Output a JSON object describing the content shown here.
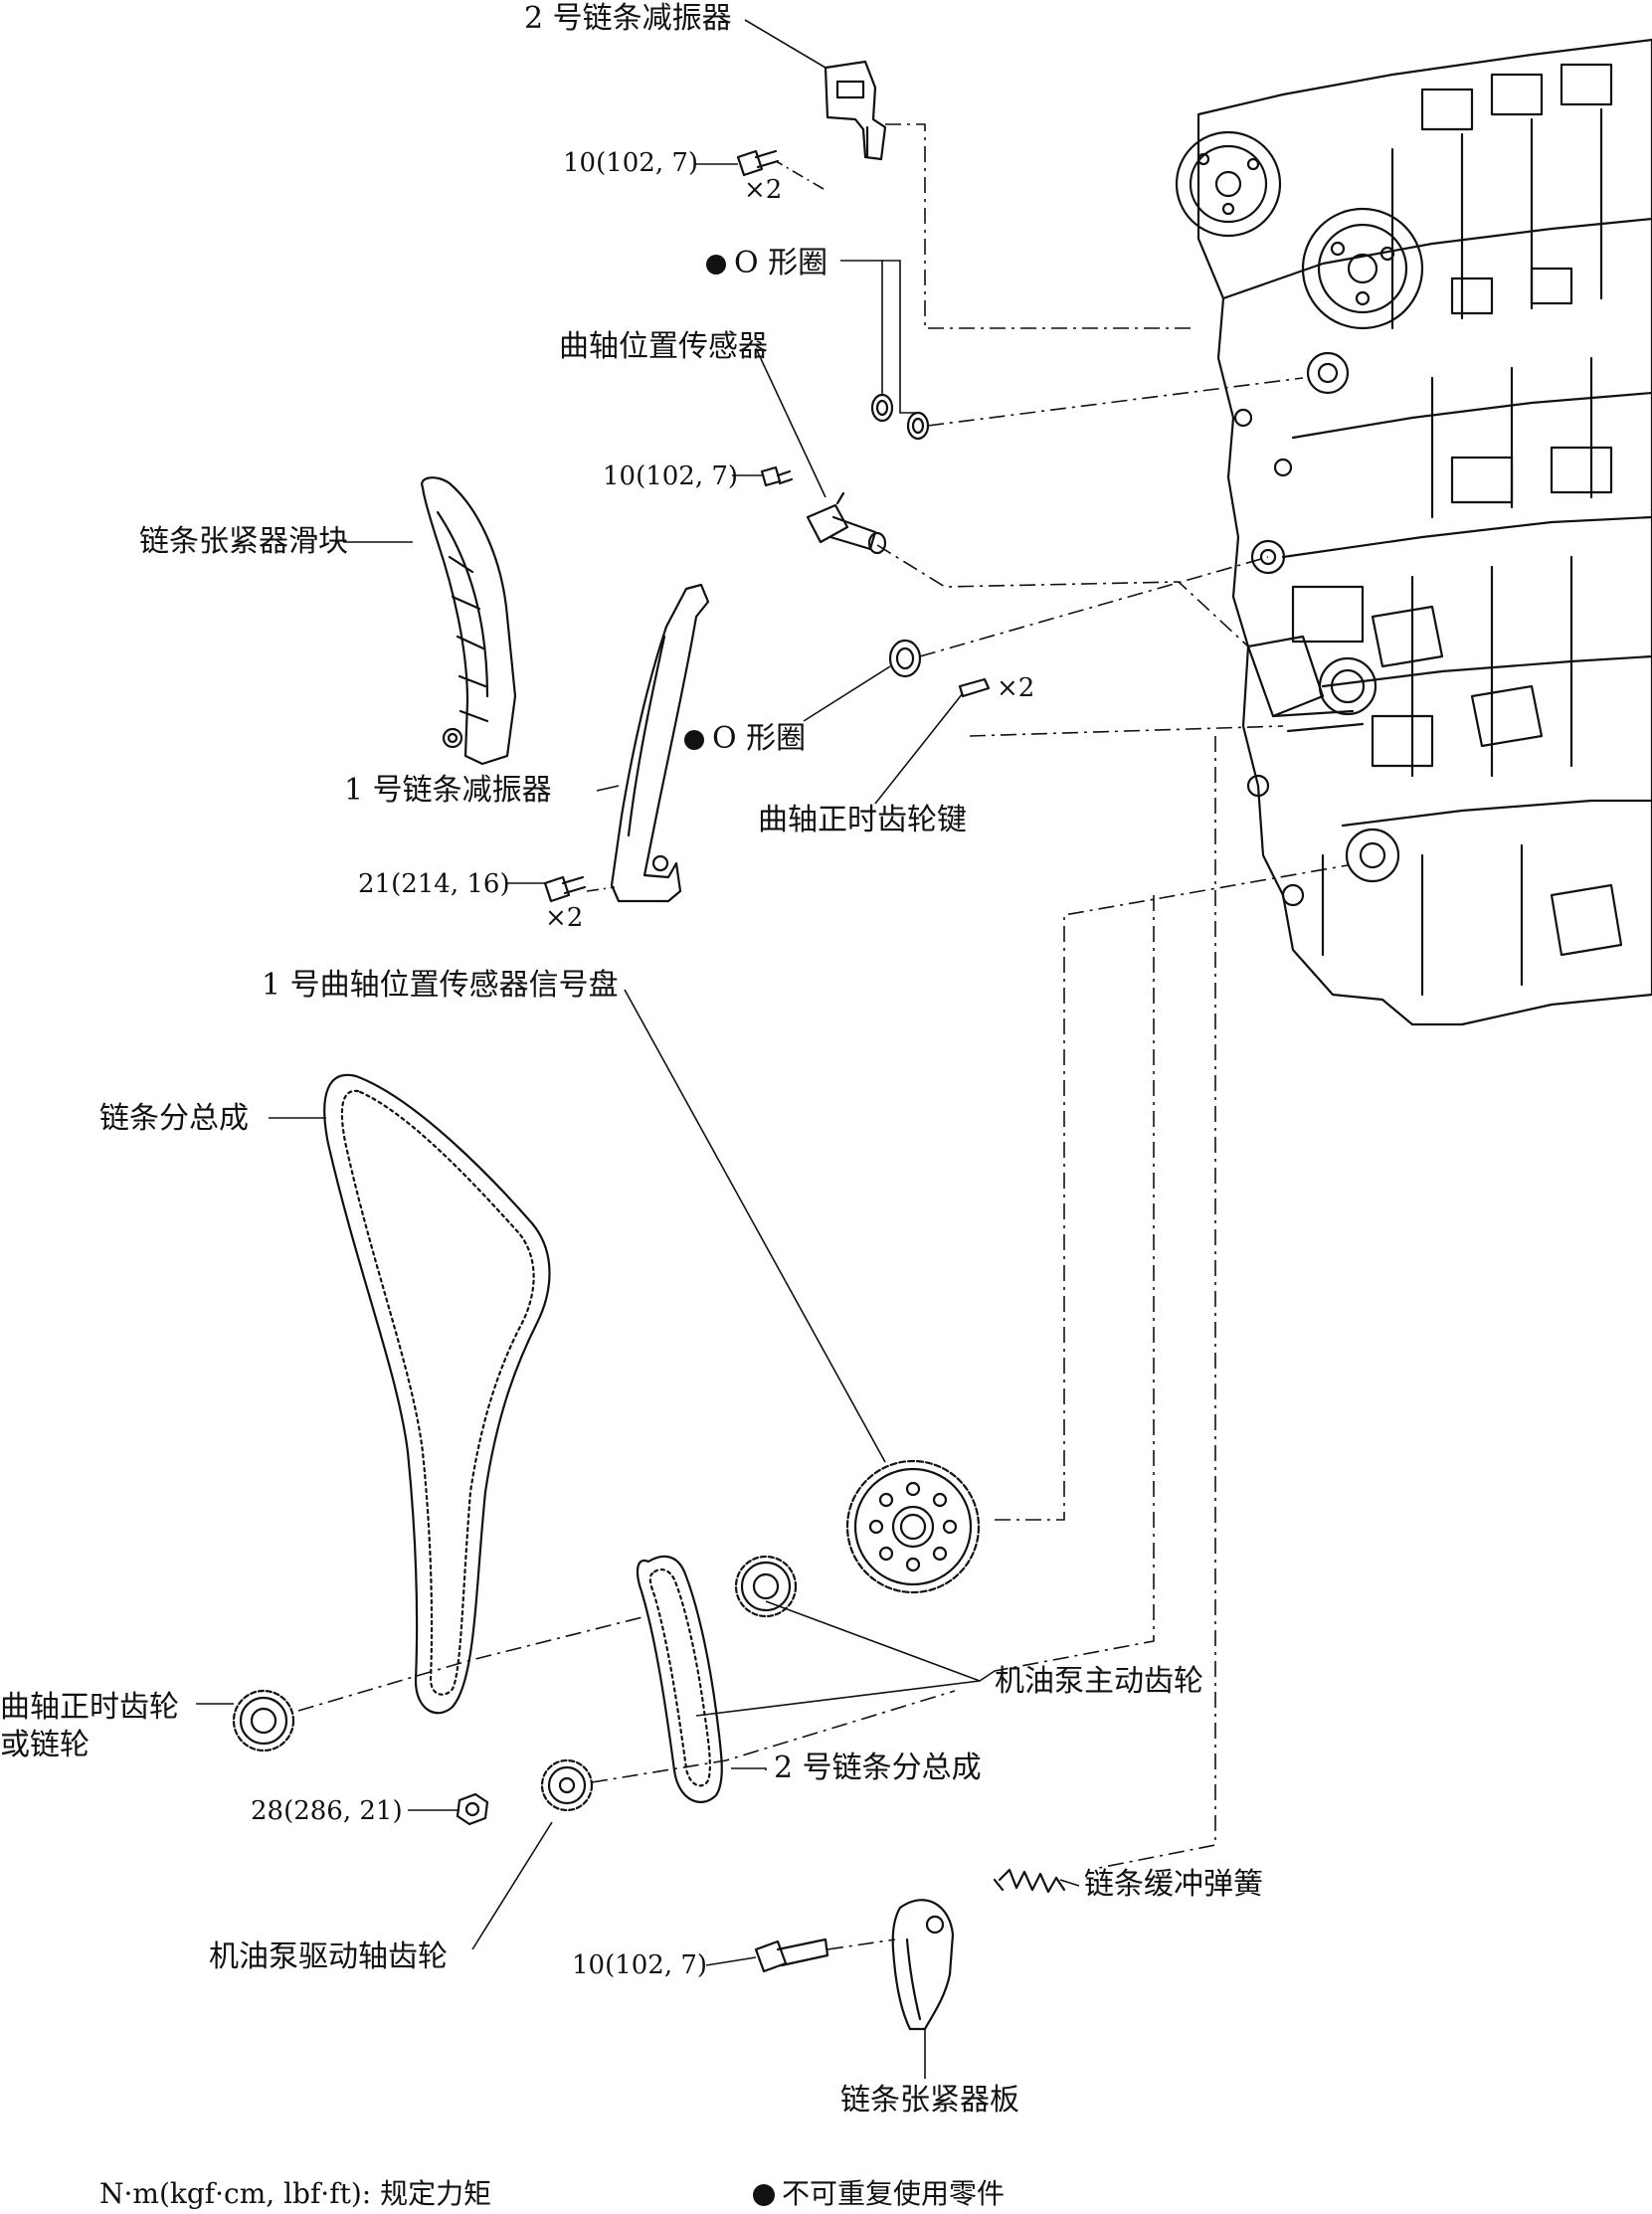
{
  "labels": {
    "chain_damper_2": "2 号链条减振器",
    "o_ring_top": "O 形圈",
    "crank_pos_sensor": "曲轴位置传感器",
    "tensioner_slipper": "链条张紧器滑块",
    "o_ring_mid": "O 形圈",
    "chain_damper_1": "1 号链条减振器",
    "crank_gear_key": "曲轴正时齿轮键",
    "signal_plate_1": "1 号曲轴位置传感器信号盘",
    "chain_sub_assy": "链条分总成",
    "oil_pump_drive_gear": "机油泵主动齿轮",
    "crank_timing_gear": "曲轴正时齿轮\n或链轮",
    "chain_sub_assy_2": "2 号链条分总成",
    "oil_pump_shaft_gear": "机油泵驱动轴齿轮",
    "chain_spring": "链条缓冲弹簧",
    "tensioner_plate": "链条张紧器板"
  },
  "torques": {
    "damper2_bolt": "10(102, 7)",
    "sensor_bolt": "10(102, 7)",
    "damper1_bolt": "21(214, 16)",
    "pump_nut": "28(286, 21)",
    "plate_bolt": "10(102, 7)"
  },
  "counts": {
    "damper2_bolt": "×2",
    "key": "×2",
    "damper1_bolt": "×2"
  },
  "legend": {
    "torque_spec": "N·m(kgf·cm, lbf·ft): 规定力矩",
    "non_reusable": "不可重复使用零件"
  },
  "colors": {
    "ink": "#111111",
    "paper": "#ffffff"
  }
}
